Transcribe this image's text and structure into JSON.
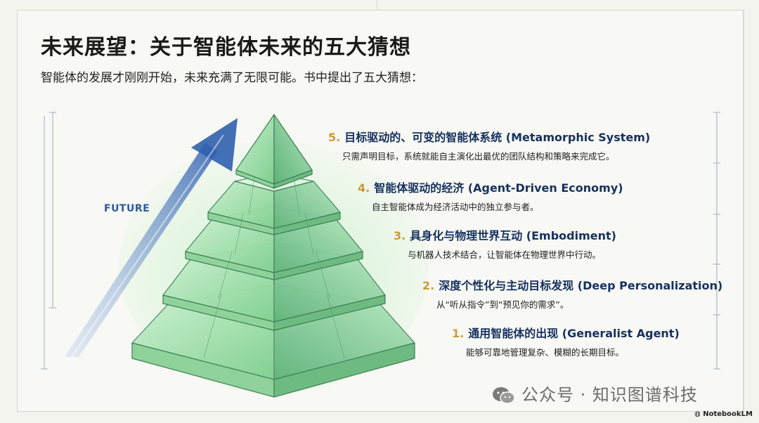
{
  "title": "未来展望：关于智能体未来的五大猜想",
  "subtitle": "智能体的发展才刚刚开始，未来充满了无限可能。书中提出了五大猜想：",
  "arrow_label": "FUTURE",
  "items": [
    {
      "num": "5.",
      "title": "目标驱动的、可变的智能体系统 (Metamorphic System)",
      "desc": "只需声明目标，系统就能自主演化出最优的团队结构和策略来完成它。"
    },
    {
      "num": "4.",
      "title": "智能体驱动的经济 (Agent-Driven Economy)",
      "desc": "自主智能体成为经济活动中的独立参与者。"
    },
    {
      "num": "3.",
      "title": "具身化与物理世界互动 (Embodiment)",
      "desc": "与机器人技术结合，让智能体在物理世界中行动。"
    },
    {
      "num": "2.",
      "title": "深度个性化与主动目标发现 (Deep Personalization)",
      "desc": "从“听从指令”到“预见你的需求”。"
    },
    {
      "num": "1.",
      "title": "通用智能体的出现 (Generalist Agent)",
      "desc": "能够可靠地管理复杂、模糊的长期目标。"
    }
  ],
  "watermark": "公众号 · 知识图谱科技",
  "badge": "NotebookLM",
  "colors": {
    "title_blue": "#15315e",
    "number_gold": "#c99a3b",
    "pyramid_green": "#7fd88a",
    "arrow_blue": "#3f6fb8"
  }
}
